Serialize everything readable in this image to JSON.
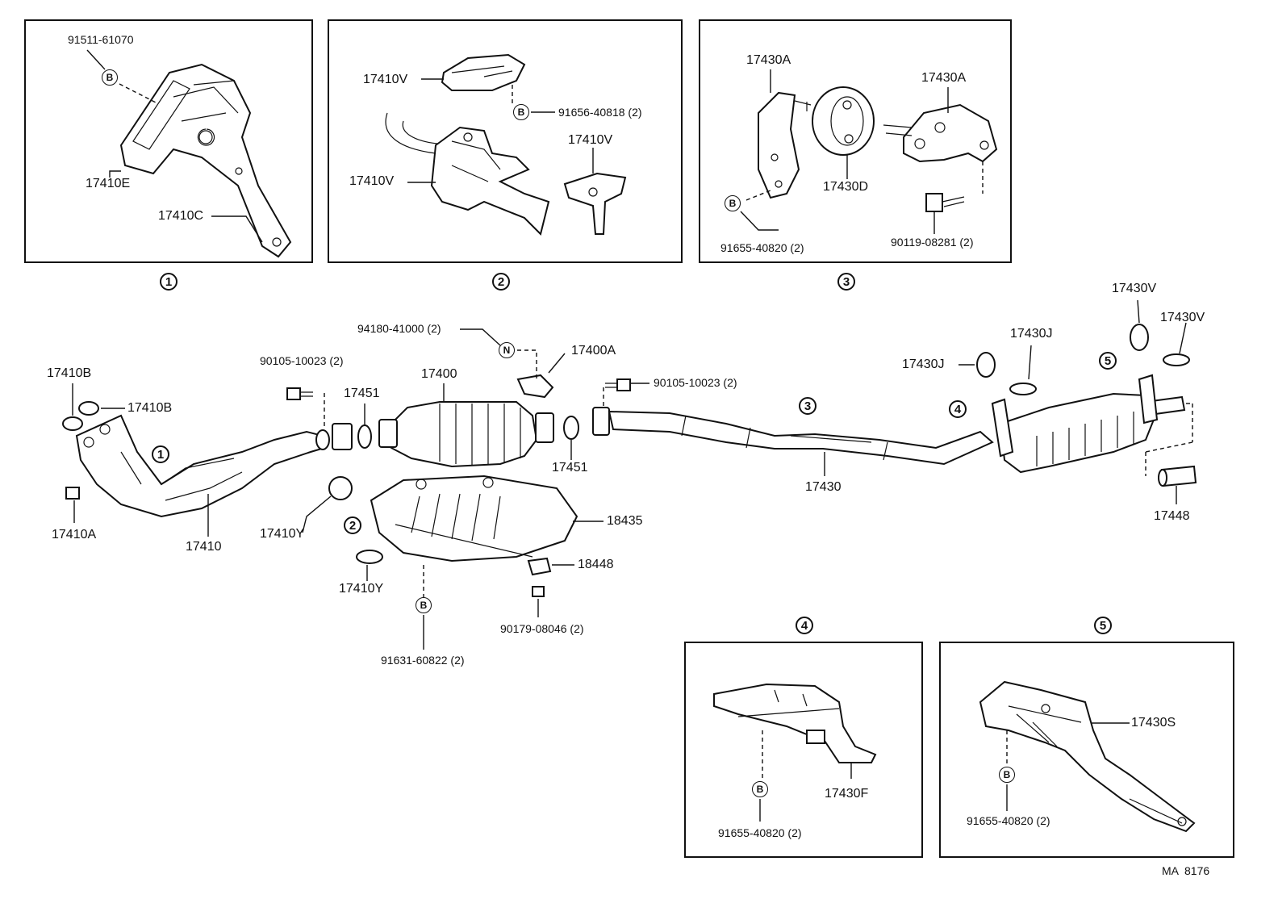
{
  "code": "MA  8176",
  "callouts": {
    "c1": "1",
    "c2": "2",
    "c3": "3",
    "c4": "4",
    "c5": "5"
  },
  "markers": {
    "B": "B",
    "N": "N"
  },
  "inset1": {
    "callout": "1",
    "labels": {
      "a": "91511-61070",
      "b": "17410E",
      "c": "17410C"
    }
  },
  "inset2": {
    "callout": "2",
    "labels": {
      "a": "17410V",
      "b": "91656-40818 (2)",
      "c": "17410V",
      "d": "17410V"
    }
  },
  "inset3": {
    "callout": "3",
    "labels": {
      "a": "17430A",
      "b": "17430A",
      "c": "17430D",
      "d": "91655-40820 (2)",
      "e": "90119-08281 (2)"
    }
  },
  "inset4": {
    "callout": "4",
    "labels": {
      "a": "17430F",
      "b": "91655-40820 (2)"
    }
  },
  "inset5": {
    "callout": "5",
    "labels": {
      "a": "17430S",
      "b": "91655-40820 (2)"
    }
  },
  "main": {
    "labels": {
      "p17410B_1": "17410B",
      "p17410B_2": "17410B",
      "p17410A": "17410A",
      "p17410": "17410",
      "p90105_a": "90105-10023 (2)",
      "p17451_a": "17451",
      "p17410Y_a": "17410Y",
      "p17410Y_b": "17410Y",
      "p94180": "94180-41000 (2)",
      "p17400A": "17400A",
      "p17400": "17400",
      "p17451_b": "17451",
      "p18435": "18435",
      "p18448": "18448",
      "p90179": "90179-08046 (2)",
      "p91631": "91631-60822 (2)",
      "p90105_b": "90105-10023 (2)",
      "p17430": "17430",
      "p17430J_a": "17430J",
      "p17430J_b": "17430J",
      "p17430V_a": "17430V",
      "p17430V_b": "17430V",
      "p17448": "17448"
    }
  }
}
